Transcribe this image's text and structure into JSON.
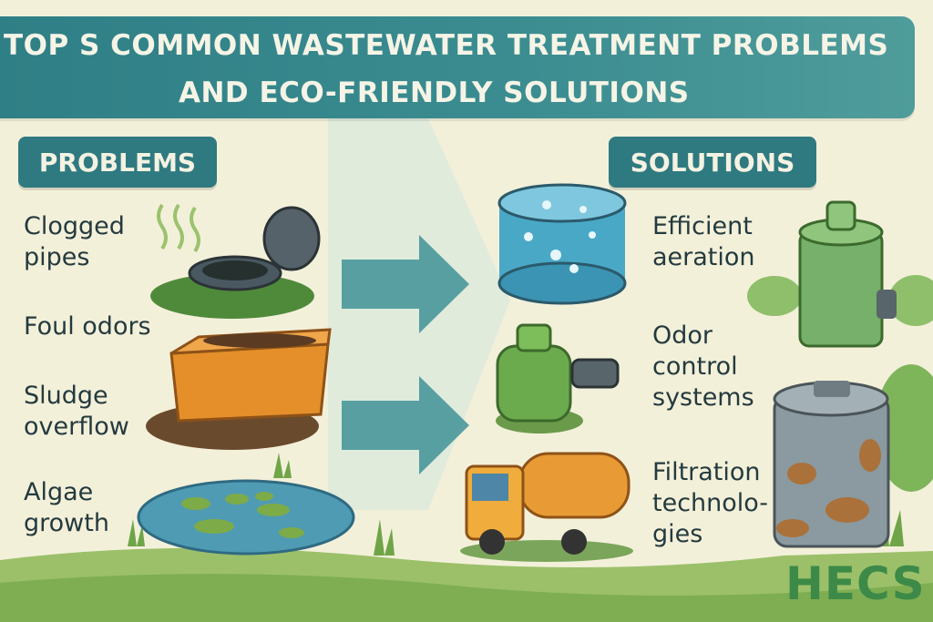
{
  "header": {
    "title_line1": "TOP S COMMON WASTEWATER TREATMENT PROBLEMS",
    "title_line2": "AND ECO-FRIENDLY SOLUTIONS"
  },
  "problems": {
    "heading": "PROBLEMS",
    "items": [
      {
        "line1": "Clogged",
        "line2": "pipes",
        "icon": "clogged-pipe-icon"
      },
      {
        "line1": "Foul odors",
        "line2": "",
        "icon": "odor-tank-icon"
      },
      {
        "line1": "Sludge",
        "line2": "overflow",
        "icon": "sludge-bin-icon"
      },
      {
        "line1": "Algae",
        "line2": "growth",
        "icon": "algae-pond-icon"
      }
    ]
  },
  "solutions": {
    "heading": "SOLUTIONS",
    "items": [
      {
        "line1": "Efficient",
        "line2": "aeration",
        "line3": "",
        "icon": "aeration-tank-icon"
      },
      {
        "line1": "Odor",
        "line2": "control",
        "line3": "systems",
        "icon": "odor-pump-icon"
      },
      {
        "line1": "Filtration",
        "line2": "technolo-",
        "line3": "gies",
        "icon": "truck-icon"
      }
    ]
  },
  "brand": {
    "name": "HECS"
  },
  "colors": {
    "teal": "#2f7a80",
    "green": "#3d8a48",
    "cream": "#f3f0da"
  }
}
